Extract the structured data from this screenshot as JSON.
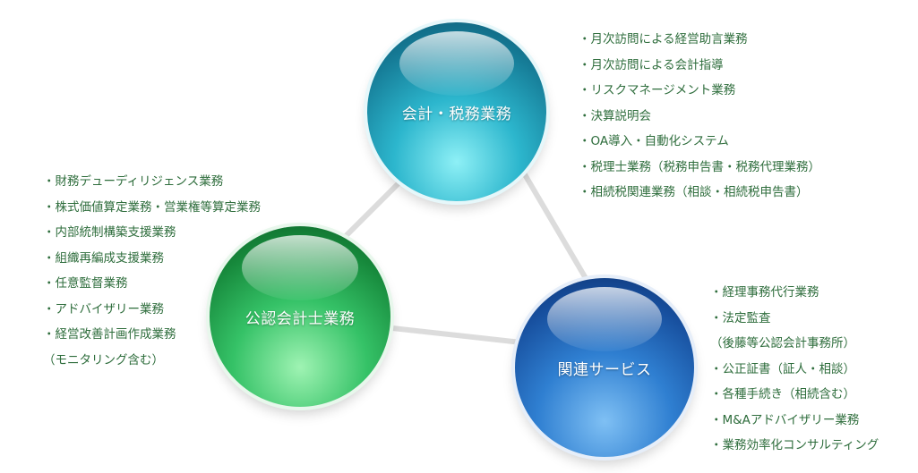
{
  "circles": {
    "tax": {
      "label": "会計・税務業務",
      "color": "#2cb6cd"
    },
    "cpa": {
      "label": "公認会計士業務",
      "color": "#35c267"
    },
    "services": {
      "label": "関連サービス",
      "color": "#2f7fd1"
    }
  },
  "lists": {
    "tax": [
      "・月次訪問による経営助言業務",
      "・月次訪問による会計指導",
      "・リスクマネージメント業務",
      "・決算説明会",
      "・OA導入・自動化システム",
      "・税理士業務（税務申告書・税務代理業務）",
      "・相続税関連業務（相談・相続税申告書）"
    ],
    "cpa": [
      "・財務デューディリジェンス業務",
      "・株式価値算定業務・営業権等算定業務",
      "・内部統制構築支援業務",
      "・組織再編成支援業務",
      "・任意監督業務",
      "・アドバイザリー業務",
      "・経営改善計画作成業務",
      "（モニタリング含む）"
    ],
    "services": [
      "・経理事務代行業務",
      "・法定監査",
      "（後藤等公認会計事務所）",
      "・公正証書（証人・相談）",
      "・各種手続き（相続含む）",
      "・M&Aアドバイザリー業務",
      "・業務効率化コンサルティング"
    ]
  },
  "text_color": "#2e6d3c"
}
